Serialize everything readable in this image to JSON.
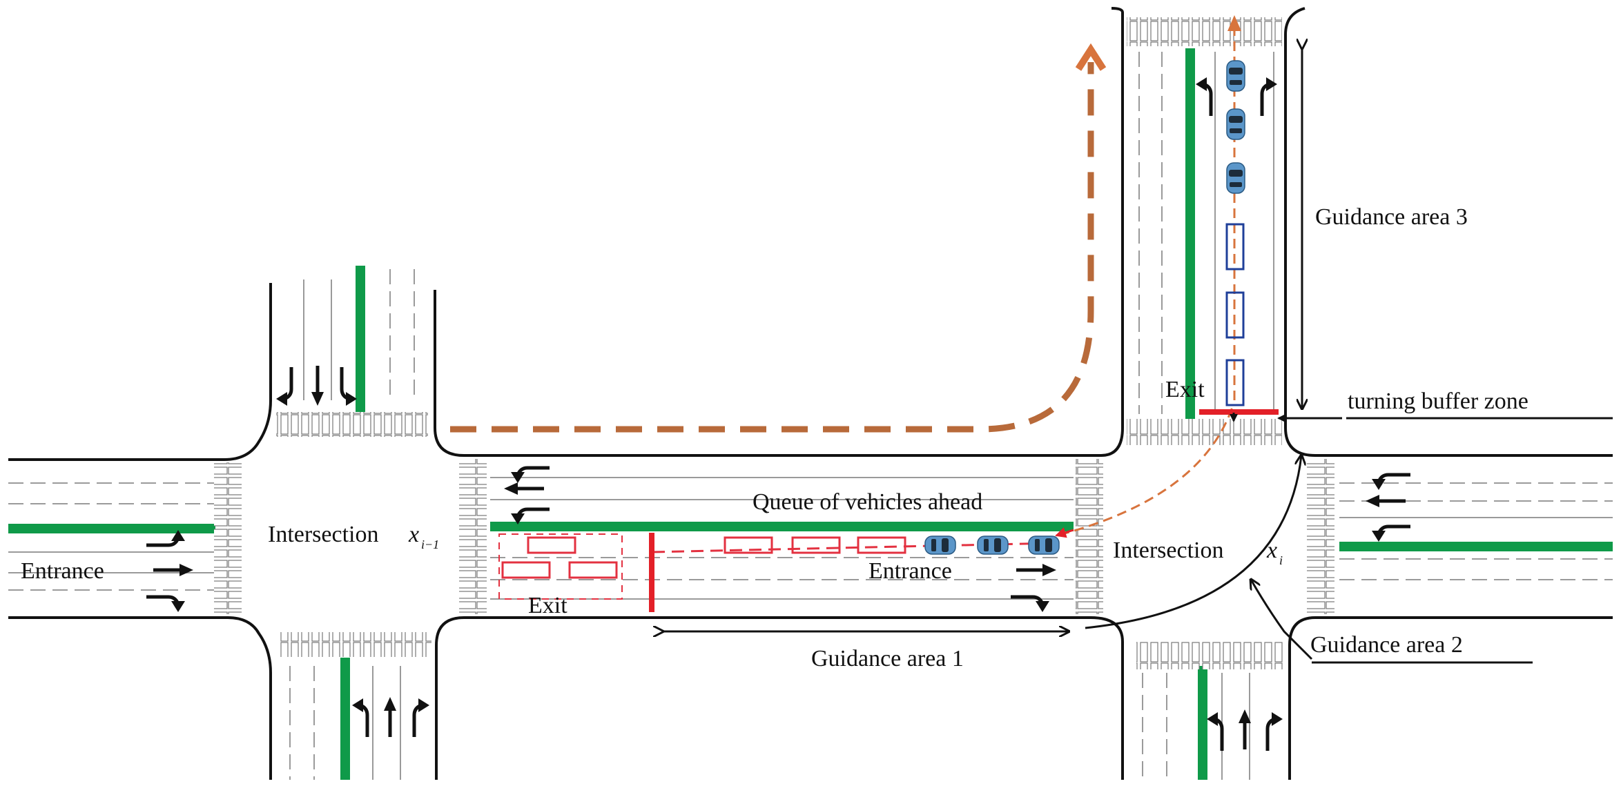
{
  "labels": {
    "intersection_left": "Intersection",
    "intersection_left_var": "x",
    "intersection_left_sub": "i−1",
    "intersection_right": "Intersection",
    "intersection_right_var": "x",
    "intersection_right_sub": "i",
    "entrance_left": "Entrance",
    "entrance_mid": "Entrance",
    "exit_mid": "Exit",
    "exit_top": "Exit",
    "queue": "Queue of vehicles ahead",
    "guidance_1": "Guidance area 1",
    "guidance_2": "Guidance area 2",
    "guidance_3": "Guidance area 3",
    "turning_buffer": "turning buffer zone"
  },
  "colors": {
    "road_edge": "#111111",
    "lane_line": "#999999",
    "median": "#0f9a49",
    "route": "#b86a3a",
    "queue_box": "#e33140",
    "stop_bar": "#e32028",
    "vehicle": "#5b96c9",
    "guide_box": "#1f3f99"
  },
  "icons": [
    "left-turn-arrow-icon",
    "straight-arrow-icon",
    "right-turn-arrow-icon",
    "car-icon"
  ]
}
